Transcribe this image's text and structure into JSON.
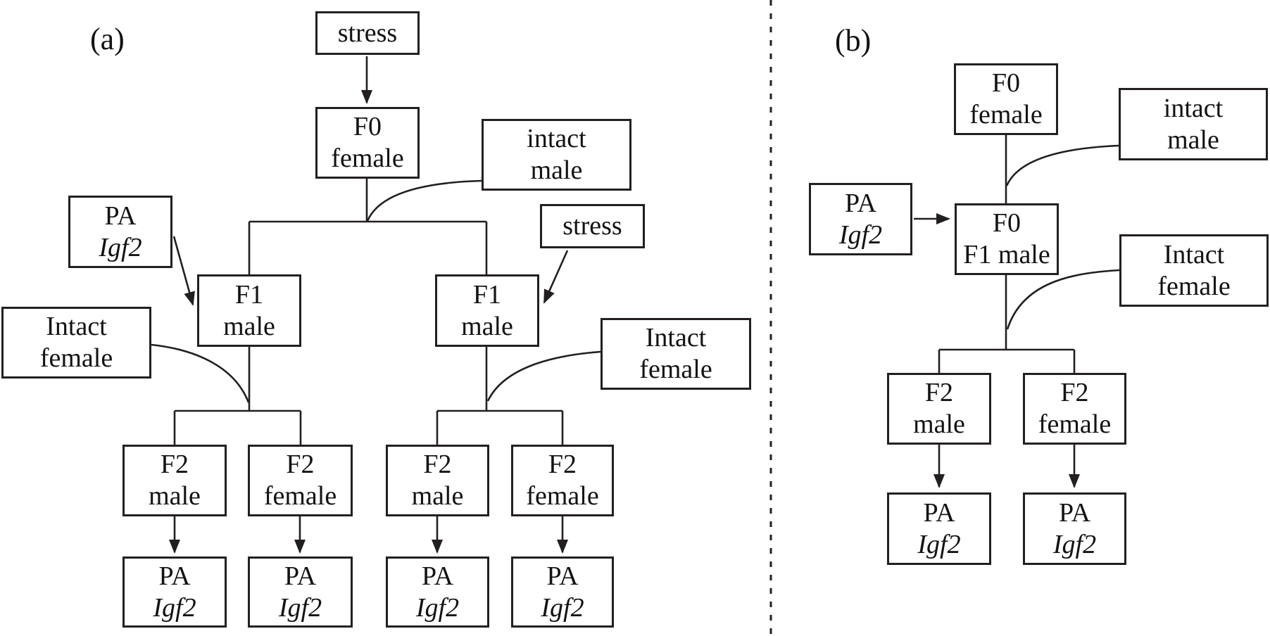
{
  "figure": {
    "panel_a": {
      "label": "(a)",
      "nodes": {
        "stress_top": {
          "line1": "stress"
        },
        "f0_female": {
          "line1": "F0",
          "line2": "female"
        },
        "intact_male": {
          "line1": "intact",
          "line2": "male"
        },
        "pa_igf2_top": {
          "line1": "PA",
          "line2": "Igf2"
        },
        "f1_male_left": {
          "line1": "F1",
          "line2": "male"
        },
        "f1_male_right": {
          "line1": "F1",
          "line2": "male"
        },
        "stress_right": {
          "line1": "stress"
        },
        "intact_female_left": {
          "line1": "Intact",
          "line2": "female"
        },
        "intact_female_right": {
          "line1": "Intact",
          "line2": "female"
        },
        "f2_male_1": {
          "line1": "F2",
          "line2": "male"
        },
        "f2_female_1": {
          "line1": "F2",
          "line2": "female"
        },
        "f2_male_2": {
          "line1": "F2",
          "line2": "male"
        },
        "f2_female_2": {
          "line1": "F2",
          "line2": "female"
        },
        "pa_igf2_1": {
          "line1": "PA",
          "line2": "Igf2"
        },
        "pa_igf2_2": {
          "line1": "PA",
          "line2": "Igf2"
        },
        "pa_igf2_3": {
          "line1": "PA",
          "line2": "Igf2"
        },
        "pa_igf2_4": {
          "line1": "PA",
          "line2": "Igf2"
        }
      }
    },
    "panel_b": {
      "label": "(b)",
      "nodes": {
        "f0_female": {
          "line1": "F0",
          "line2": "female"
        },
        "intact_male": {
          "line1": "intact",
          "line2": "male"
        },
        "pa_igf2_top": {
          "line1": "PA",
          "line2": "Igf2"
        },
        "f0_f1_male": {
          "line1": "F0",
          "line2": "F1 male"
        },
        "intact_female": {
          "line1": "Intact",
          "line2": "female"
        },
        "f2_male": {
          "line1": "F2",
          "line2": "male"
        },
        "f2_female": {
          "line1": "F2",
          "line2": "female"
        },
        "pa_igf2_1": {
          "line1": "PA",
          "line2": "Igf2"
        },
        "pa_igf2_2": {
          "line1": "PA",
          "line2": "Igf2"
        }
      }
    },
    "colors": {
      "line": "#231f20",
      "text": "#131313",
      "background": "#ffffff"
    }
  }
}
